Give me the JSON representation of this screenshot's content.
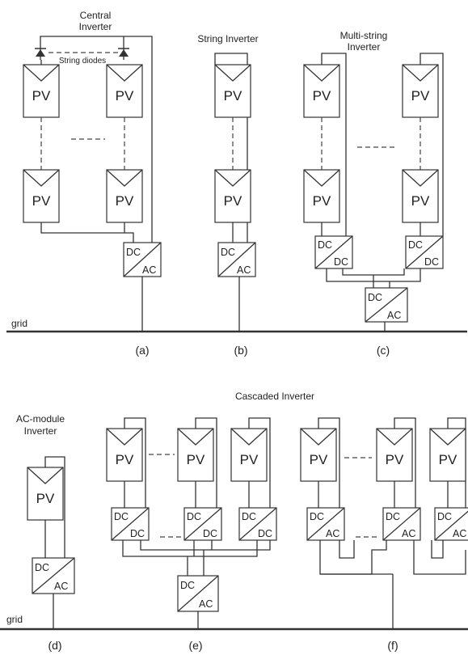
{
  "labels": {
    "pv": "PV",
    "grid": "grid"
  },
  "converters": {
    "dc": "DC",
    "ac": "AC"
  },
  "titles": {
    "central_1": "Central",
    "central_2": "Inverter",
    "string_diodes": "String diodes",
    "string": "String Inverter",
    "multi_1": "Multi-string",
    "multi_2": "Inverter",
    "acmodule_1": "AC-module",
    "acmodule_2": "Inverter",
    "cascaded": "Cascaded Inverter"
  },
  "captions": {
    "a": "(a)",
    "b": "(b)",
    "c": "(c)",
    "d": "(d)",
    "e": "(e)",
    "f": "(f)"
  },
  "colors": {
    "line": "#333333",
    "background": "#ffffff"
  }
}
